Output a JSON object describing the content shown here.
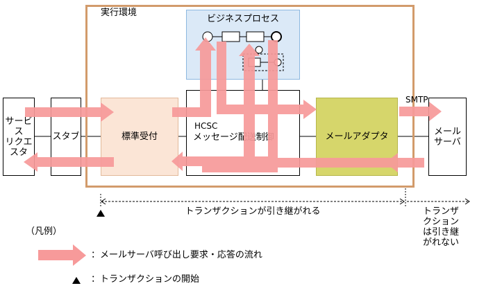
{
  "env": {
    "title": "実行環境"
  },
  "boxes": {
    "service_requester": "サービス\nリクエ\nスタ",
    "stub": "スタブ",
    "standard_receiver": "標準受付",
    "hcsc_line1": "HCSC",
    "hcsc_line2": "メッセージ配送制御",
    "mail_adapter": "メールアダプタ",
    "mail_server": "メール\nサーバ",
    "business_process": "ビジネスプロセス"
  },
  "labels": {
    "smtp": "SMTP",
    "transaction_continued": "トランザクションが引き継がれる",
    "transaction_not_continued": "トランザ\nクション\nは引き継\nがれない"
  },
  "legend": {
    "title": "（凡例）",
    "arrow_desc": "：メールサーバ呼び出し要求・応答の流れ",
    "triangle_desc": "：トランザクションの開始"
  },
  "colors": {
    "flow_arrow": "#f79a9a",
    "env_border": "#d29b6b",
    "bp_fill": "#dbe9f7",
    "bp_border": "#8db8e0",
    "receiver_fill": "#fbe5d6",
    "receiver_border": "#e2b99a",
    "adapter_fill": "#d6d66b",
    "adapter_border": "#b5b54a"
  }
}
